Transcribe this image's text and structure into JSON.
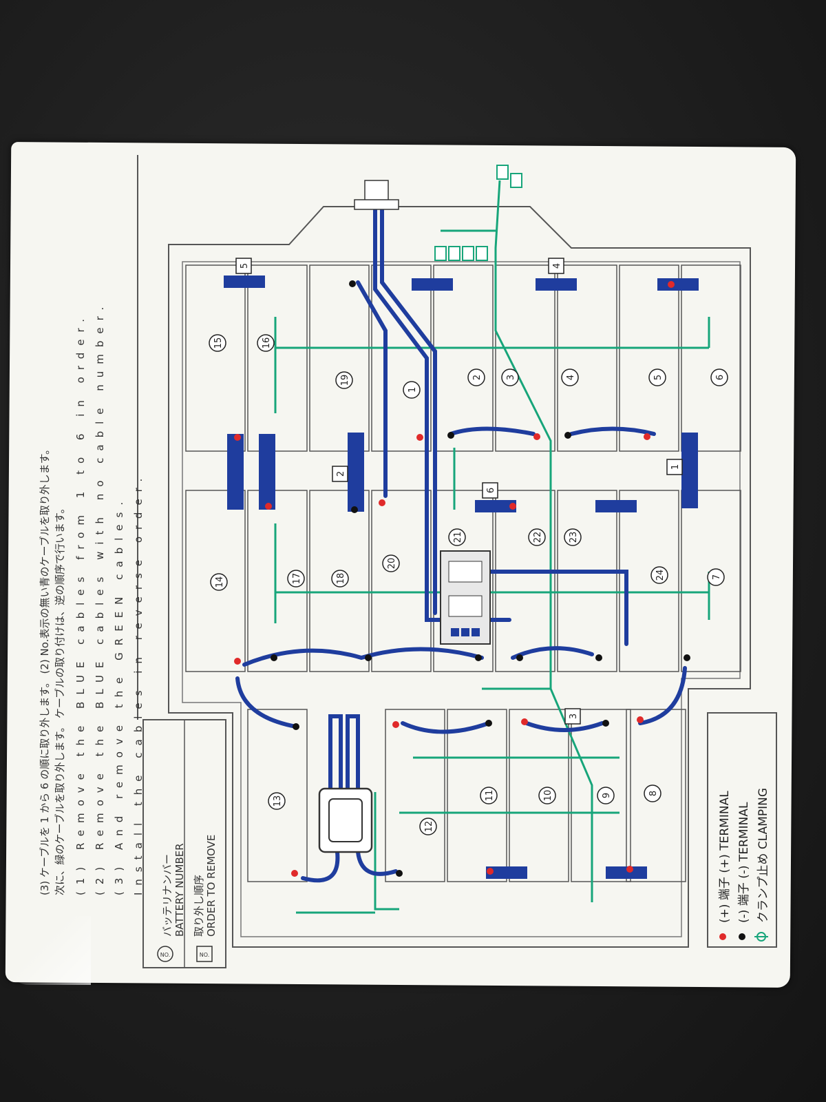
{
  "instructions": {
    "jp_line1": "(3) ケーブルを 1 から 6 の順に取り外します。 (2) No.表示の無い青のケーブルを取り外します。",
    "jp_line2": "次に、緑のケーブルを取り外します。 ケーブルの取り付けは、逆の順序で行います。",
    "en_line1": "(1) Remove the BLUE cables from 1 to 6 in order.",
    "en_line2": "(2) Remove the BLUE cables with no cable number.",
    "en_line3": "(3) And remove the GREEN cables.",
    "en_line4": "Install the cables in reverse order."
  },
  "legend_left": {
    "no_marker": "NO.",
    "battery_number_jp": "バッテリナンバー",
    "battery_number_en": "BATTERY NUMBER",
    "order_jp": "取り外し順序",
    "order_en": "ORDER TO REMOVE"
  },
  "legend_right": {
    "plus_terminal": "(+) 端子 (+) TERMINAL",
    "minus_terminal": "(-) 端子 (-) TERMINAL",
    "clamping": "クランプ止め CLAMPING"
  },
  "colors": {
    "blue_cable": "#1f3d9e",
    "green_cable": "#17a57a",
    "plus_terminal": "#e02a2a",
    "minus_terminal": "#111111",
    "outline": "#555555"
  },
  "battery_numbers": [
    "1",
    "2",
    "3",
    "4",
    "5",
    "6",
    "7",
    "8",
    "9",
    "10",
    "11",
    "12",
    "13",
    "14",
    "15",
    "16",
    "17",
    "18",
    "19",
    "20",
    "21",
    "22",
    "23",
    "24"
  ],
  "removal_order": [
    "1",
    "2",
    "3",
    "4",
    "5",
    "6"
  ]
}
